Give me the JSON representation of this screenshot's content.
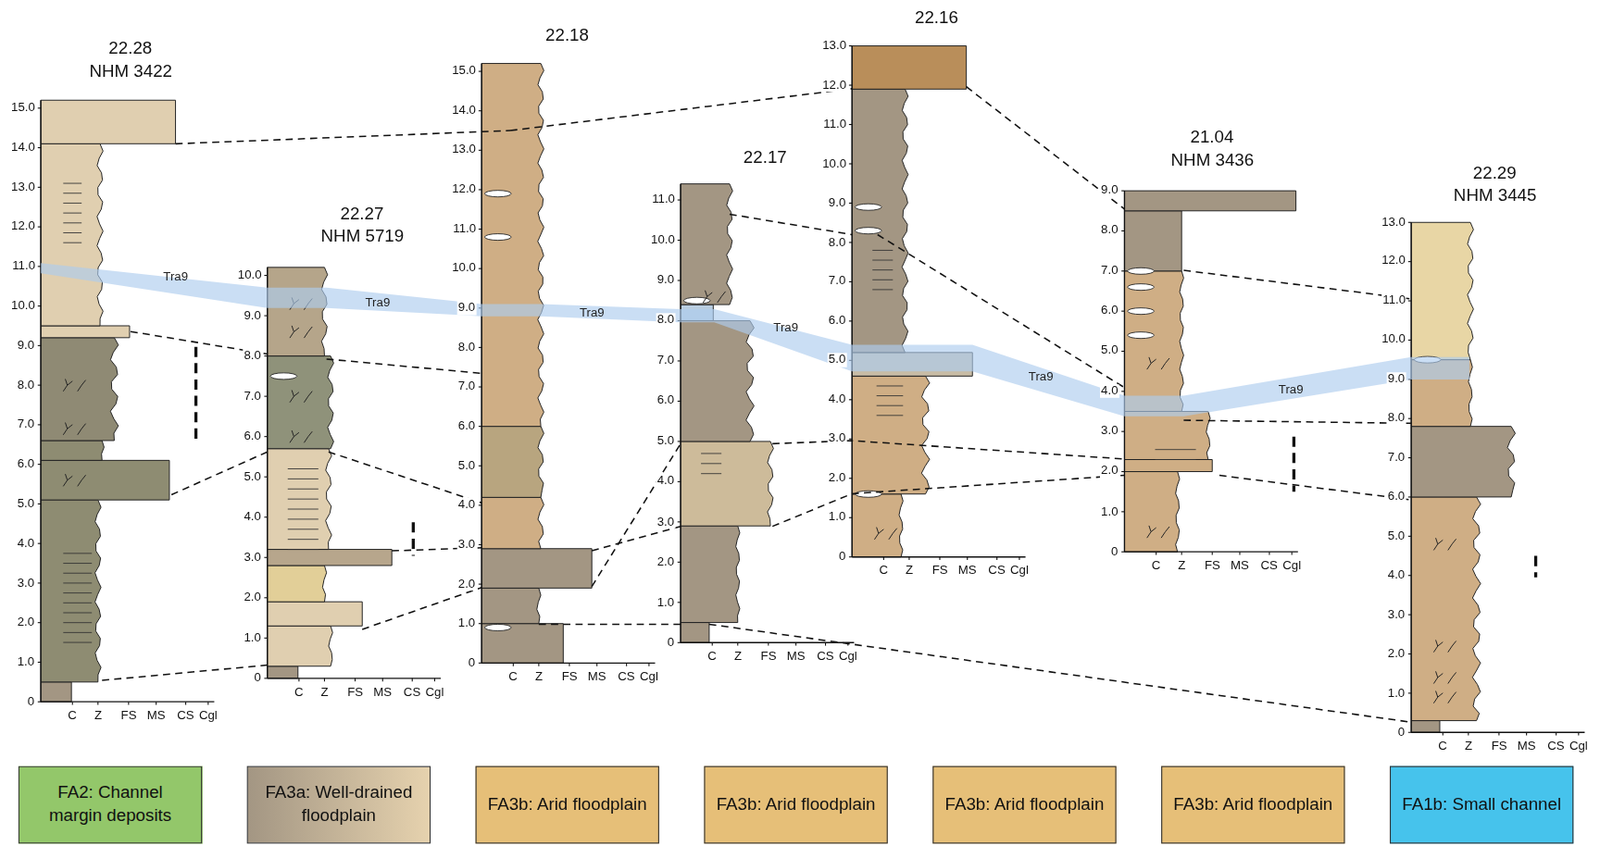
{
  "diagram": {
    "nodes": [
      {
        "text": [
          "FA2: Channel margin deposits"
        ]
      },
      {
        "text": [
          "FA3a: Well-drained floodplain"
        ]
      },
      {
        "text": [
          "FA3b: Arid floodplain"
        ]
      },
      {
        "text": [
          "FA3b: Arid floodplain"
        ]
      },
      {
        "text": [
          "FA3b: Arid floodplain"
        ]
      },
      {
        "text": [
          "FA3b: Arid floodplain"
        ]
      },
      {
        "text": [
          "FA1b: Small channel"
        ]
      }
    ],
    "labels": [
      "22.28",
      "NHM 3422",
      "0",
      "1.0",
      "2.0",
      "3.0",
      "4.0",
      "5.0",
      "6.0",
      "7.0",
      "8.0",
      "9.0",
      "10.0",
      "11.0",
      "12.0",
      "13.0",
      "14.0",
      "15.0",
      "C",
      "Z",
      "FS",
      "MS",
      "CS",
      "Cgl",
      "22.27",
      "NHM 5719",
      "0",
      "1.0",
      "2.0",
      "3.0",
      "4.0",
      "5.0",
      "6.0",
      "7.0",
      "8.0",
      "9.0",
      "10.0",
      "C",
      "Z",
      "FS",
      "MS",
      "CS",
      "Cgl",
      "22.18",
      "0",
      "1.0",
      "2.0",
      "3.0",
      "4.0",
      "5.0",
      "6.0",
      "7.0",
      "8.0",
      "9.0",
      "10.0",
      "11.0",
      "12.0",
      "13.0",
      "14.0",
      "15.0",
      "C",
      "Z",
      "FS",
      "MS",
      "CS",
      "Cgl",
      "22.17",
      "0",
      "1.0",
      "2.0",
      "3.0",
      "4.0",
      "5.0",
      "6.0",
      "7.0",
      "8.0",
      "9.0",
      "10.0",
      "11.0",
      "C",
      "Z",
      "FS",
      "MS",
      "CS",
      "Cgl",
      "22.16",
      "0",
      "1.0",
      "2.0",
      "3.0",
      "4.0",
      "5.0",
      "6.0",
      "7.0",
      "8.0",
      "9.0",
      "10.0",
      "11.0",
      "12.0",
      "13.0",
      "C",
      "Z",
      "FS",
      "MS",
      "CS",
      "Cgl",
      "21.04",
      "NHM 3436",
      "0",
      "1.0",
      "2.0",
      "3.0",
      "4.0",
      "5.0",
      "6.0",
      "7.0",
      "8.0",
      "9.0",
      "C",
      "Z",
      "FS",
      "MS",
      "CS",
      "Cgl",
      "22.29",
      "NHM 3445",
      "0",
      "1.0",
      "2.0",
      "3.0",
      "4.0",
      "5.0",
      "6.0",
      "7.0",
      "8.0",
      "9.0",
      "10.0",
      "11.0",
      "12.0",
      "13.0",
      "C",
      "Z",
      "FS",
      "MS",
      "CS",
      "Cgl",
      "Tra9",
      "Tra9",
      "Tra9",
      "Tra9",
      "Tra9",
      "Tra9"
    ]
  }
}
